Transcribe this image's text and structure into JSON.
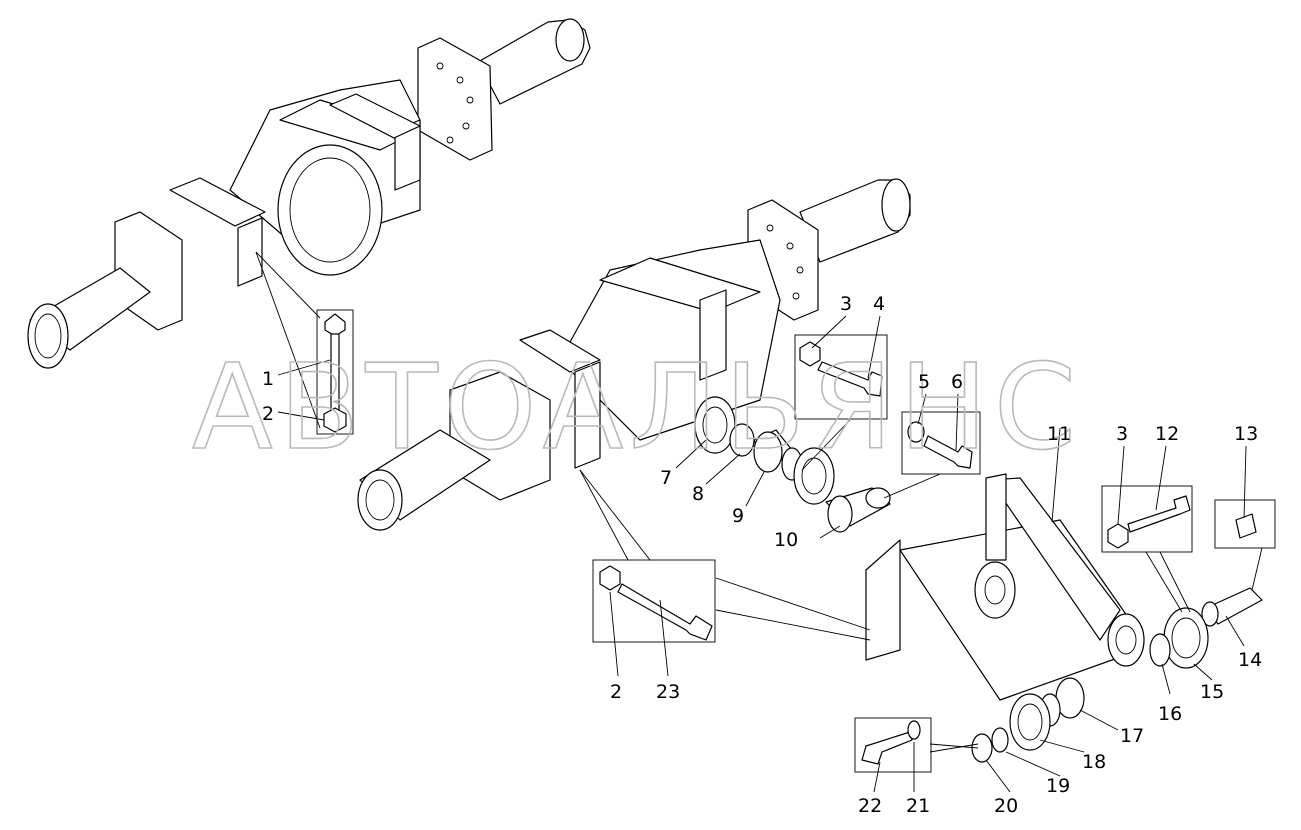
{
  "watermark": {
    "text": "АВТОАЛЬЯНС"
  },
  "callouts": [
    {
      "id": "c1",
      "label": "1"
    },
    {
      "id": "c2a",
      "label": "2"
    },
    {
      "id": "c3a",
      "label": "3"
    },
    {
      "id": "c4",
      "label": "4"
    },
    {
      "id": "c5",
      "label": "5"
    },
    {
      "id": "c6",
      "label": "6"
    },
    {
      "id": "c7",
      "label": "7"
    },
    {
      "id": "c8",
      "label": "8"
    },
    {
      "id": "c9",
      "label": "9"
    },
    {
      "id": "c10",
      "label": "10"
    },
    {
      "id": "c11",
      "label": "11"
    },
    {
      "id": "c3b",
      "label": "3"
    },
    {
      "id": "c12",
      "label": "12"
    },
    {
      "id": "c13",
      "label": "13"
    },
    {
      "id": "c14",
      "label": "14"
    },
    {
      "id": "c15",
      "label": "15"
    },
    {
      "id": "c16",
      "label": "16"
    },
    {
      "id": "c17",
      "label": "17"
    },
    {
      "id": "c18",
      "label": "18"
    },
    {
      "id": "c19",
      "label": "19"
    },
    {
      "id": "c20",
      "label": "20"
    },
    {
      "id": "c21",
      "label": "21"
    },
    {
      "id": "c22",
      "label": "22"
    },
    {
      "id": "c2b",
      "label": "2"
    },
    {
      "id": "c23",
      "label": "23"
    }
  ]
}
